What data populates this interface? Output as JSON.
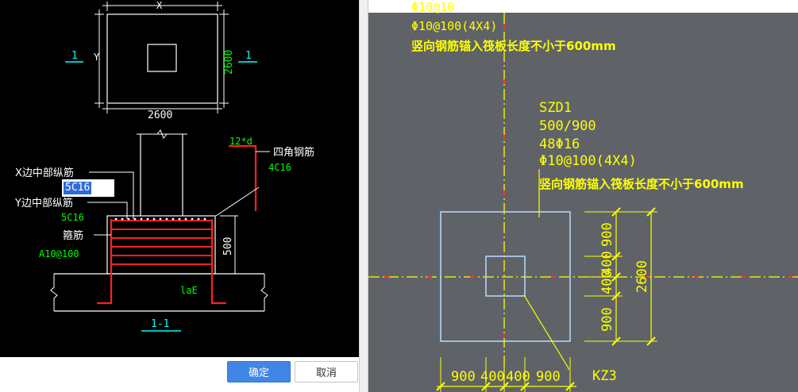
{
  "colors": {
    "left_bg": "#000000",
    "right_bg": "#5f6368",
    "cad_yellow": "#ffff00",
    "cad_green": "#00ff00",
    "cad_cyan": "#00ffff",
    "cad_red": "#ff2020",
    "accent": "#3f86e6"
  },
  "left_panel": {
    "plan": {
      "x_label": "X",
      "y_label": "Y",
      "width_dim": "2600",
      "height_dim": "2600",
      "section_left": "1",
      "section_right": "1"
    },
    "section": {
      "top_dim": "12*d",
      "corner_bar_label": "四角钢筋",
      "corner_bar_value": "4C16",
      "x_mid_label": "X边中部纵筋",
      "x_mid_value": "5C16",
      "y_mid_label": "Y边中部纵筋",
      "y_mid_value": "5C16",
      "stirrup_label": "箍筋",
      "stirrup_value": "A10@100",
      "height_dim": "500",
      "anchor_label": "laE",
      "section_title": "1-1"
    }
  },
  "buttons": {
    "ok_label": "确定",
    "cancel_label": "取消"
  },
  "right_panel": {
    "top_spec_partial": "Φ10@100(4X4)",
    "top_note": "竖向钢筋锚入筏板长度不小于600mm",
    "element_name": "SZD1",
    "element_size": "500/900",
    "element_main_bars": "48Φ16",
    "element_stirrups": "Φ10@100(4X4)",
    "element_note": "竖向钢筋锚入筏板长度不小于600mm",
    "dims_vertical": [
      "900",
      "400",
      "400",
      "900"
    ],
    "dim_total_vertical": "2600",
    "dims_horizontal": [
      "900",
      "400",
      "400",
      "900"
    ],
    "column_label": "KZ3"
  }
}
